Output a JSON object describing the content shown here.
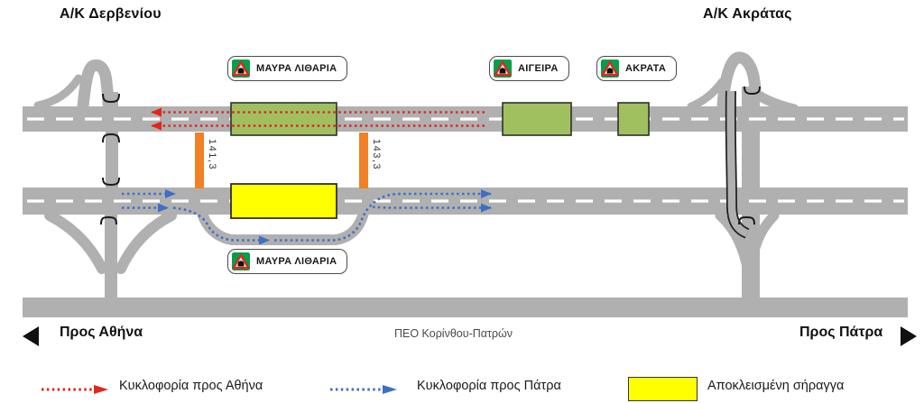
{
  "header": {
    "interchange_left": "Α/Κ Δερβενίου",
    "interchange_right": "Α/Κ Ακράτας"
  },
  "tunnel_signs": [
    {
      "id": "mavra-litharia-top",
      "label": "ΜΑΥΡΑ ΛΙΘΑΡΙΑ"
    },
    {
      "id": "aigeira",
      "label": "ΑΙΓΕΙΡΑ"
    },
    {
      "id": "akrata",
      "label": "ΑΚΡΑΤΑ"
    },
    {
      "id": "mavra-litharia-bottom",
      "label": "ΜΑΥΡΑ ΛΙΘΑΡΙΑ"
    }
  ],
  "km_markers": [
    {
      "value": "141,3"
    },
    {
      "value": "143,3"
    }
  ],
  "footer": {
    "to_athens": "Προς Αθήνα",
    "old_national_road": "ΠΕΟ Κορίνθου-Πατρών",
    "to_patras": "Προς Πάτρα"
  },
  "legend": {
    "traffic_to_athens": "Κυκλοφορία προς Αθήνα",
    "traffic_to_patras": "Κυκλοφορία προς Πάτρα",
    "closed_tunnel": "Αποκλεισμένη σήραγγα"
  },
  "colors": {
    "road": "#B0B0B0",
    "open_tunnel_fill": "#A0C060",
    "closed_tunnel_fill": "#FFFF00",
    "km_marker_bar": "#F08125",
    "traffic_athens_red": "#E0261E",
    "traffic_patras_blue": "#3E6EC6",
    "sign_green": "#00A04A",
    "sign_triangle_red": "#D92B21"
  }
}
